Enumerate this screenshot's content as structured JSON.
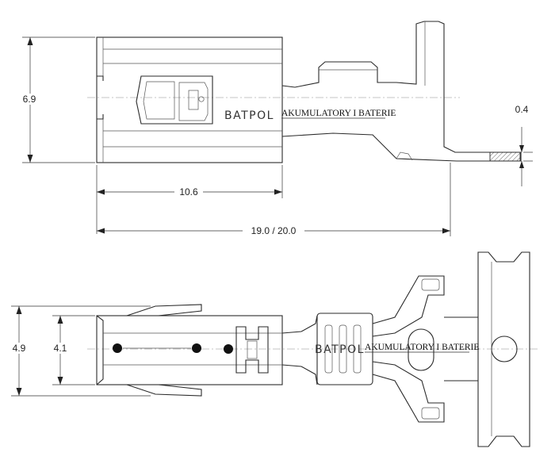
{
  "brand": "BATPOL",
  "watermark": "AKUMULATORY I BATERIE",
  "dimensions": {
    "height_side": "6.9",
    "thickness": "0.4",
    "body_length": "10.6",
    "total_length": "19.0 / 20.0",
    "width_outer": "4.9",
    "width_inner": "4.1"
  },
  "colors": {
    "line": "#2a2a2a",
    "centerline": "#8a8a8a",
    "text": "#222222",
    "background": "#ffffff"
  }
}
